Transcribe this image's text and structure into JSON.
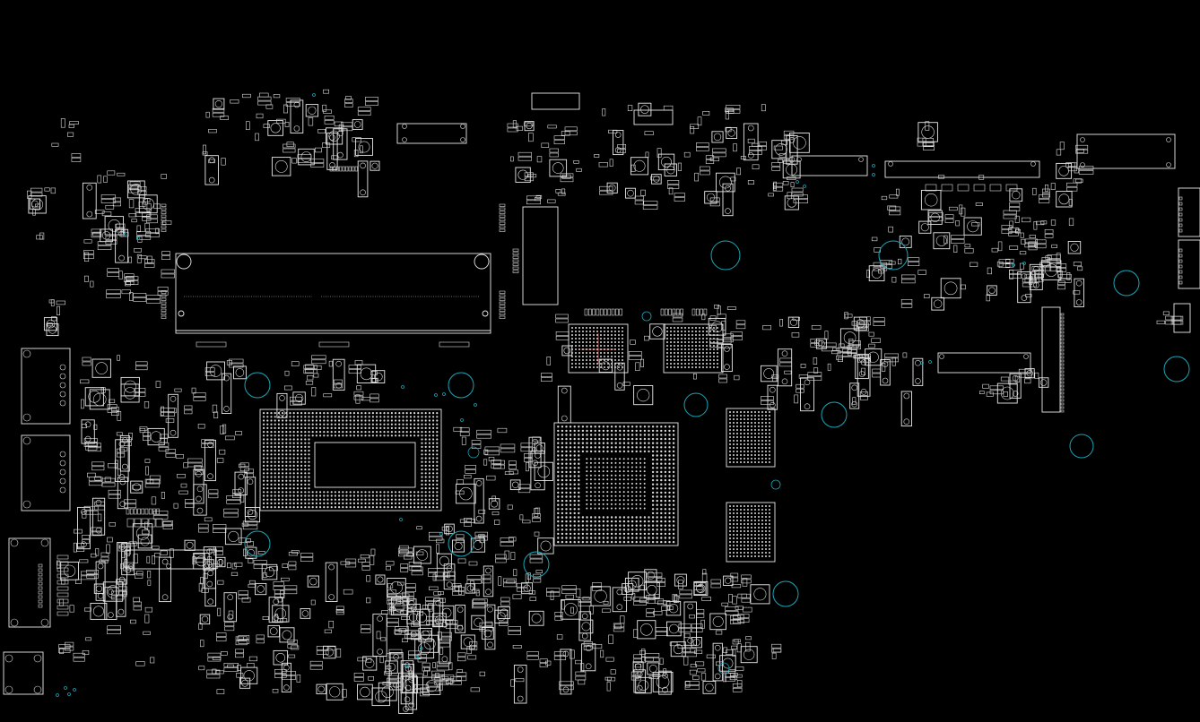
{
  "view": {
    "background": "#000000",
    "outline_color": "#e9e9e9",
    "mounting_hole_color": "#1aa6b7",
    "marker_color": "#c0392b"
  },
  "board": {
    "components": [
      {
        "name": "cpu-bga"
      },
      {
        "name": "gpu-bga"
      },
      {
        "name": "memory-slot-connector"
      },
      {
        "name": "vram-chip"
      },
      {
        "name": "usb-port"
      },
      {
        "name": "ethernet-jack"
      },
      {
        "name": "edge-connector"
      },
      {
        "name": "ribbon-connector"
      },
      {
        "name": "inductor"
      },
      {
        "name": "capacitor"
      },
      {
        "name": "resistor"
      },
      {
        "name": "mounting-hole"
      },
      {
        "name": "via"
      }
    ]
  }
}
